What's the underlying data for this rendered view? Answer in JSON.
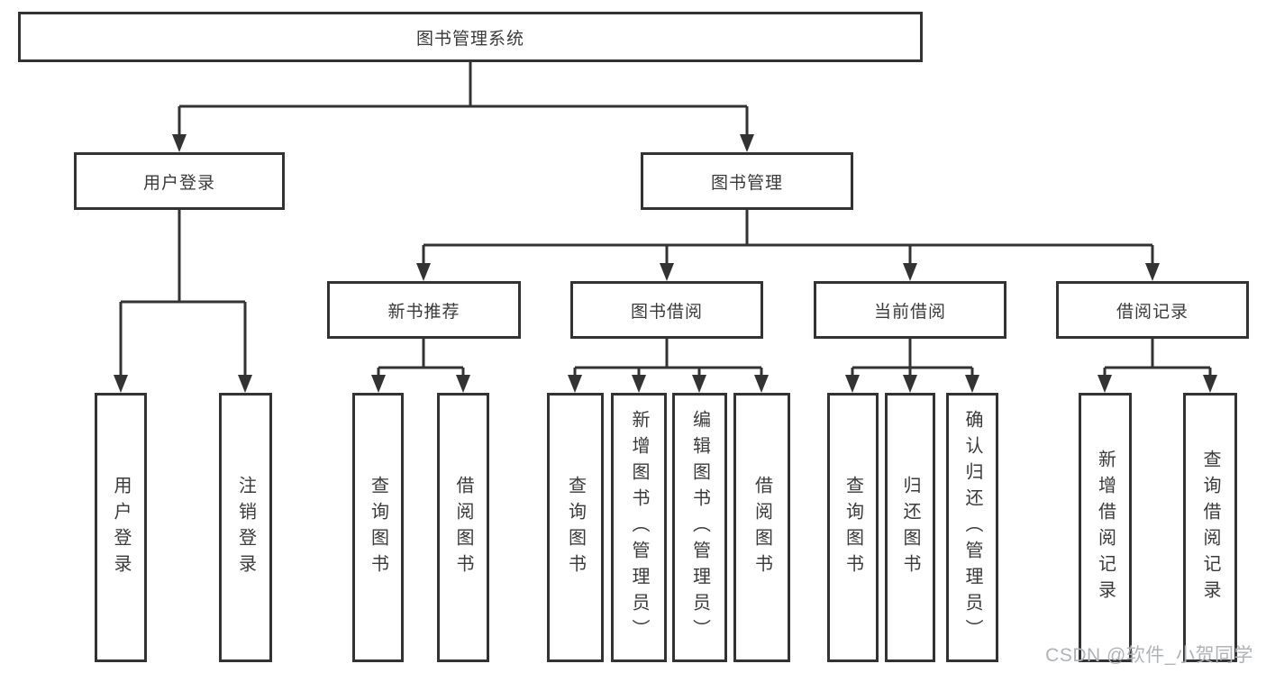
{
  "tree": {
    "root": {
      "label": "图书管理系统"
    },
    "branches": [
      {
        "label": "用户登录",
        "children": [
          {
            "label": "用户登录"
          },
          {
            "label": "注销登录"
          }
        ]
      },
      {
        "label": "图书管理",
        "children": [
          {
            "label": "新书推荐",
            "children": [
              {
                "label": "查询图书"
              },
              {
                "label": "借阅图书"
              }
            ]
          },
          {
            "label": "图书借阅",
            "children": [
              {
                "label": "查询图书"
              },
              {
                "label": "新增图书（管理员）"
              },
              {
                "label": "编辑图书（管理员）"
              },
              {
                "label": "借阅图书"
              }
            ]
          },
          {
            "label": "当前借阅",
            "children": [
              {
                "label": "查询图书"
              },
              {
                "label": "归还图书"
              },
              {
                "label": "确认归还（管理员）"
              }
            ]
          },
          {
            "label": "借阅记录",
            "children": [
              {
                "label": "新增借阅记录"
              },
              {
                "label": "查询借阅记录"
              }
            ]
          }
        ]
      }
    ]
  },
  "watermark": {
    "text": "CSDN @软件_小贺同学"
  },
  "colors": {
    "line": "#333333",
    "text": "#3a3a3a",
    "watermark": "#b0b3b6",
    "background": "#ffffff"
  }
}
